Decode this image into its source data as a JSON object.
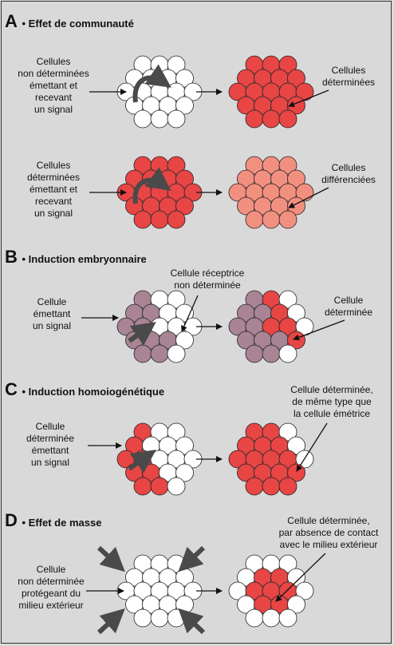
{
  "sections": [
    {
      "letter": "A",
      "title": "• Effet de communauté",
      "rows": [
        {
          "left_label": [
            "Cellules",
            "non déterminées",
            "émettant et",
            "recevant",
            "un signal"
          ],
          "right_label": [
            "Cellules",
            "déterminées"
          ]
        },
        {
          "left_label": [
            "Cellules",
            "déterminées",
            "émettant et",
            "recevant",
            "un signal"
          ],
          "right_label": [
            "Cellules",
            "différenciées"
          ]
        }
      ]
    },
    {
      "letter": "B",
      "title": "• Induction embryonnaire",
      "left_label": [
        "Cellule",
        "émettant",
        "un signal"
      ],
      "middle_label": [
        "Cellule réceptrice",
        "non déterminée"
      ],
      "right_label": [
        "Cellule",
        "déterminée"
      ]
    },
    {
      "letter": "C",
      "title": "• Induction homoiogénétique",
      "left_label": [
        "Cellule",
        "déterminée",
        "émettant",
        "un signal"
      ],
      "right_label": [
        "Cellule déterminée,",
        "de même type que",
        "la cellule émétrice"
      ]
    },
    {
      "letter": "D",
      "title": "• Effet de masse",
      "left_label": [
        "Cellule",
        "non déterminée",
        "protégeant du",
        "milieu extérieur"
      ],
      "right_label": [
        "Cellule déterminée,",
        "par absence de contact",
        "avec le milieu extérieur"
      ]
    }
  ],
  "colors": {
    "background": "#d9d9d9",
    "undetermined": "#ffffff",
    "determined": "#e84545",
    "differentiated": "#f29080",
    "signaling_tissue": "#a88494",
    "signal_arrow": "#4a4a4a"
  }
}
